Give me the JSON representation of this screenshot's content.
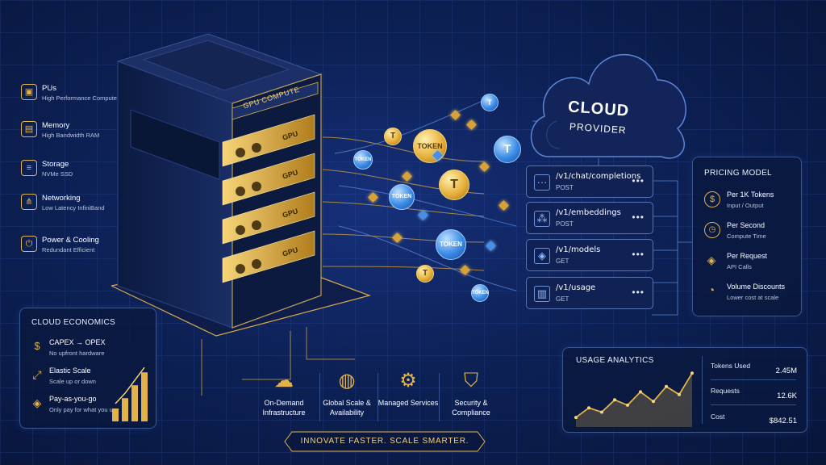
{
  "components": [
    {
      "title": "PUs",
      "desc": "High Performance Compute",
      "icon": "chip-icon"
    },
    {
      "title": "Memory",
      "desc": "High Bandwidth RAM",
      "icon": "memory-icon"
    },
    {
      "title": "Storage",
      "desc": "NVMe SSD",
      "icon": "storage-icon"
    },
    {
      "title": "Networking",
      "desc": "Low Latency InfiniBand",
      "icon": "network-icon"
    },
    {
      "title": "Power & Cooling",
      "desc": "Redundant Efficient",
      "icon": "power-icon"
    }
  ],
  "rack": {
    "label": "GPU COMPUTE",
    "gpu_label": "GPU"
  },
  "tokens": {
    "token_label": "TOKEN",
    "t_label": "T"
  },
  "cloud": {
    "line1": "CLOUD",
    "line2": "PROVIDER"
  },
  "endpoints": [
    {
      "path": "/v1/chat/completions",
      "method": "POST",
      "icon": "chat-icon"
    },
    {
      "path": "/v1/embeddings",
      "method": "POST",
      "icon": "embedding-icon"
    },
    {
      "path": "/v1/models",
      "method": "GET",
      "icon": "cube-icon"
    },
    {
      "path": "/v1/usage",
      "method": "GET",
      "icon": "bar-chart-icon"
    }
  ],
  "endpoint_more": "•••",
  "pricing": {
    "title": "PRICING MODEL",
    "items": [
      {
        "title": "Per 1K Tokens",
        "desc": "Input / Output",
        "icon": "dollar-icon"
      },
      {
        "title": "Per Second",
        "desc": "Compute Time",
        "icon": "clock-icon"
      },
      {
        "title": "Per Request",
        "desc": "API Calls",
        "icon": "box-icon"
      },
      {
        "title": "Volume Discounts",
        "desc": "Lower cost at scale",
        "icon": "pie-chart-icon"
      }
    ]
  },
  "economics": {
    "title": "CLOUD ECONOMICS",
    "items": [
      {
        "title": "CAPEX → OPEX",
        "desc": "No upfront hardware",
        "icon": "dollar-swap-icon"
      },
      {
        "title": "Elastic Scale",
        "desc": "Scale up or down",
        "icon": "scale-icon"
      },
      {
        "title": "Pay-as-you-go",
        "desc": "Only pay for what you use",
        "icon": "box-icon"
      }
    ],
    "bar_levels": [
      0.25,
      0.45,
      0.7,
      0.95
    ]
  },
  "services": [
    {
      "label": "On-Demand Infrastructure",
      "icon": "cloud-download-icon"
    },
    {
      "label": "Global Scale & Availability",
      "icon": "globe-icon"
    },
    {
      "label": "Managed Services",
      "icon": "gear-icon"
    },
    {
      "label": "Security & Compliance",
      "icon": "shield-check-icon"
    }
  ],
  "tagline": "INNOVATE FASTER. SCALE SMARTER.",
  "analytics": {
    "title": "USAGE ANALYTICS",
    "trend": [
      0.12,
      0.3,
      0.22,
      0.45,
      0.35,
      0.6,
      0.42,
      0.7,
      0.55,
      0.95
    ],
    "stats": [
      {
        "label": "Tokens Used",
        "value": "2.45M"
      },
      {
        "label": "Requests",
        "value": "12.6K"
      },
      {
        "label": "Cost",
        "value": "$842.51"
      }
    ]
  },
  "colors": {
    "gold": "#e2b34a",
    "accent_blue": "#4a8ee6",
    "background": "#0d2156"
  }
}
